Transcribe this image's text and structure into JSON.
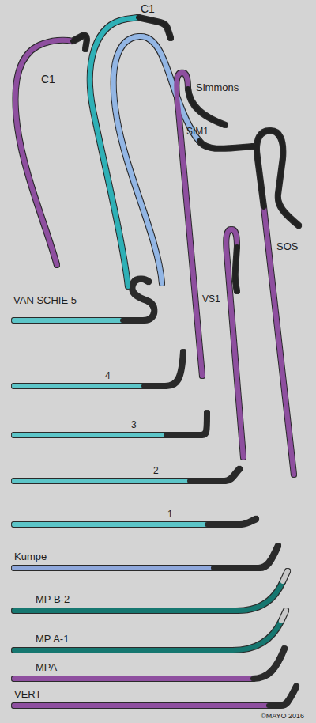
{
  "diagram": {
    "labels": [
      "C1",
      "C1",
      "Simmons",
      "SIM1",
      "SOS",
      "VS1",
      "VAN SCHIE 5",
      "4",
      "3",
      "2",
      "1",
      "Kumpe",
      "MP B-2",
      "MP A-1",
      "MPA",
      "VERT",
      "©MAYO 2016"
    ]
  }
}
